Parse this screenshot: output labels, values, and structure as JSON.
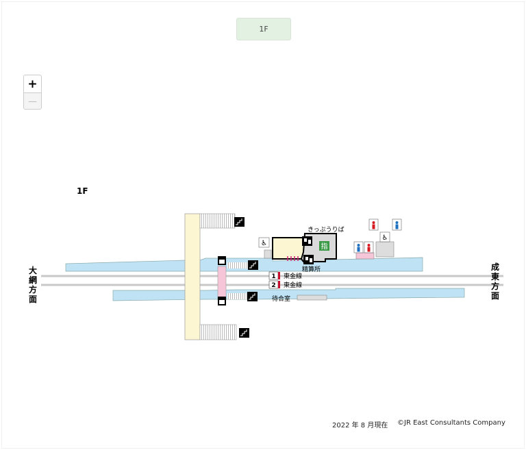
{
  "floor_selector": {
    "label": "1F"
  },
  "zoom_controls": {
    "zoom_in": "+",
    "zoom_out": "—"
  },
  "map": {
    "floor_label": "1F",
    "direction_left": [
      "大",
      "網",
      "方",
      "面"
    ],
    "direction_right": [
      "成",
      "東",
      "方",
      "面"
    ],
    "ticket_area": "きっぷうりば",
    "fare_adjustment": "精算所",
    "reserved_seat_office": "指",
    "waiting_room": "待合室",
    "tracks": [
      {
        "number": "1",
        "line": "東金線"
      },
      {
        "number": "2",
        "line": "東金線"
      }
    ]
  },
  "footer": {
    "date": "2022 年 8 月現在",
    "copyright": "©JR East Consultants Company"
  },
  "colors": {
    "platform": "#bfe3f5",
    "concourse": "#fdf6d3",
    "passage": "#f6c6d8",
    "office": "#d9d9d9",
    "accent_green": "#3a9a46",
    "track_red": "#c8102e"
  }
}
